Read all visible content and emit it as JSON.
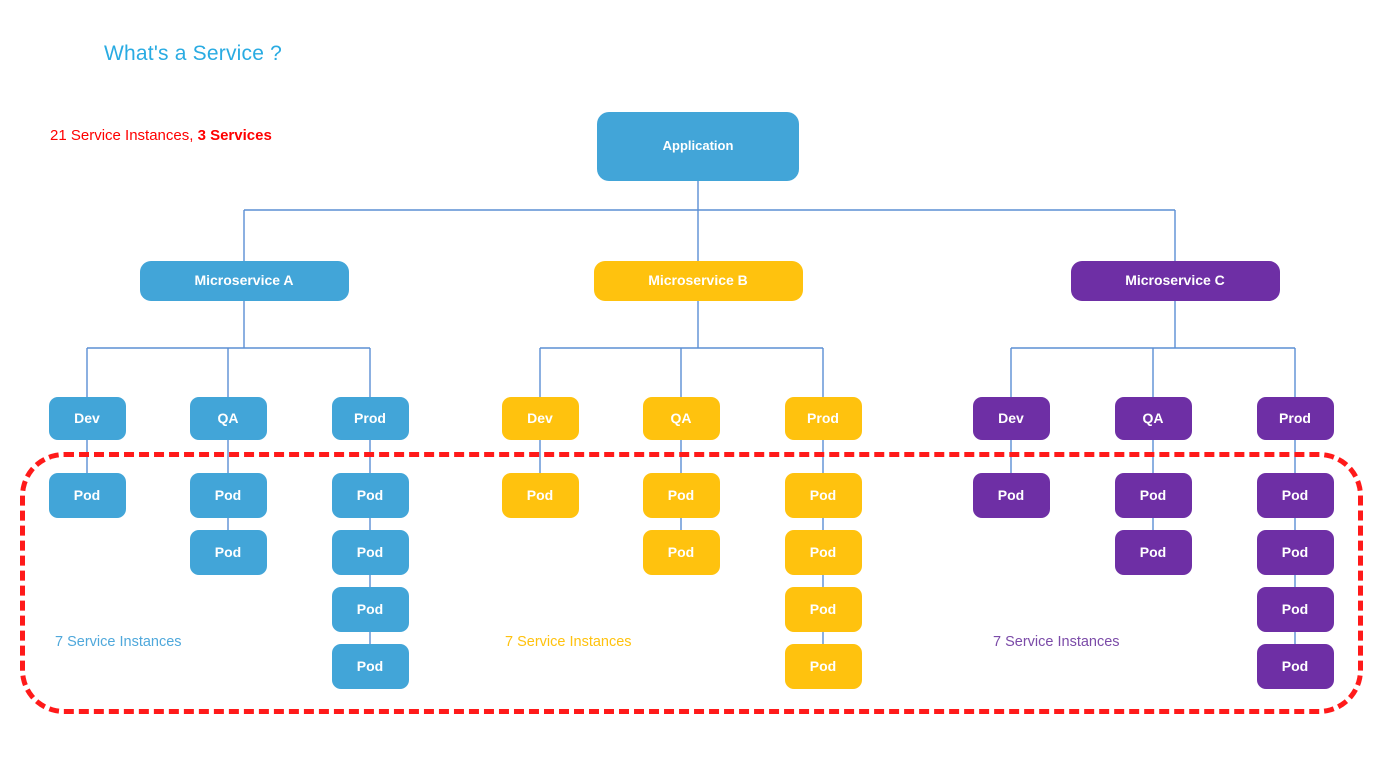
{
  "page": {
    "title": "What's a Service ?",
    "title_color": "#29ABE2",
    "background": "#ffffff"
  },
  "annotation": {
    "instances_text": "21 Service Instances, ",
    "services_text": "3 Services",
    "color": "#FF0000"
  },
  "palette": {
    "blue": "#42A5D8",
    "yellow": "#FFC20E",
    "purple": "#6E2FA5",
    "connector": "#5B8FD4",
    "boundary": "#FF1A1A"
  },
  "boundary": {
    "label": "service-instances-boundary",
    "style": "dashed",
    "color": "#FF1A1A"
  },
  "root": {
    "label": "Application",
    "color": "#42A5D8"
  },
  "columns": [
    {
      "id": "a",
      "service_label": "Microservice A",
      "color": "#42A5D8",
      "count_label": "7 Service Instances",
      "environments": [
        {
          "label": "Dev",
          "pods": [
            "Pod"
          ]
        },
        {
          "label": "QA",
          "pods": [
            "Pod",
            "Pod"
          ]
        },
        {
          "label": "Prod",
          "pods": [
            "Pod",
            "Pod",
            "Pod",
            "Pod"
          ]
        }
      ]
    },
    {
      "id": "b",
      "service_label": "Microservice B",
      "color": "#FFC20E",
      "count_label": "7 Service Instances",
      "environments": [
        {
          "label": "Dev",
          "pods": [
            "Pod"
          ]
        },
        {
          "label": "QA",
          "pods": [
            "Pod",
            "Pod"
          ]
        },
        {
          "label": "Prod",
          "pods": [
            "Pod",
            "Pod",
            "Pod",
            "Pod"
          ]
        }
      ]
    },
    {
      "id": "c",
      "service_label": "Microservice C",
      "color": "#6E2FA5",
      "count_label": "7 Service Instances",
      "environments": [
        {
          "label": "Dev",
          "pods": [
            "Pod"
          ]
        },
        {
          "label": "QA",
          "pods": [
            "Pod",
            "Pod"
          ]
        },
        {
          "label": "Prod",
          "pods": [
            "Pod",
            "Pod",
            "Pod",
            "Pod"
          ]
        }
      ]
    }
  ]
}
